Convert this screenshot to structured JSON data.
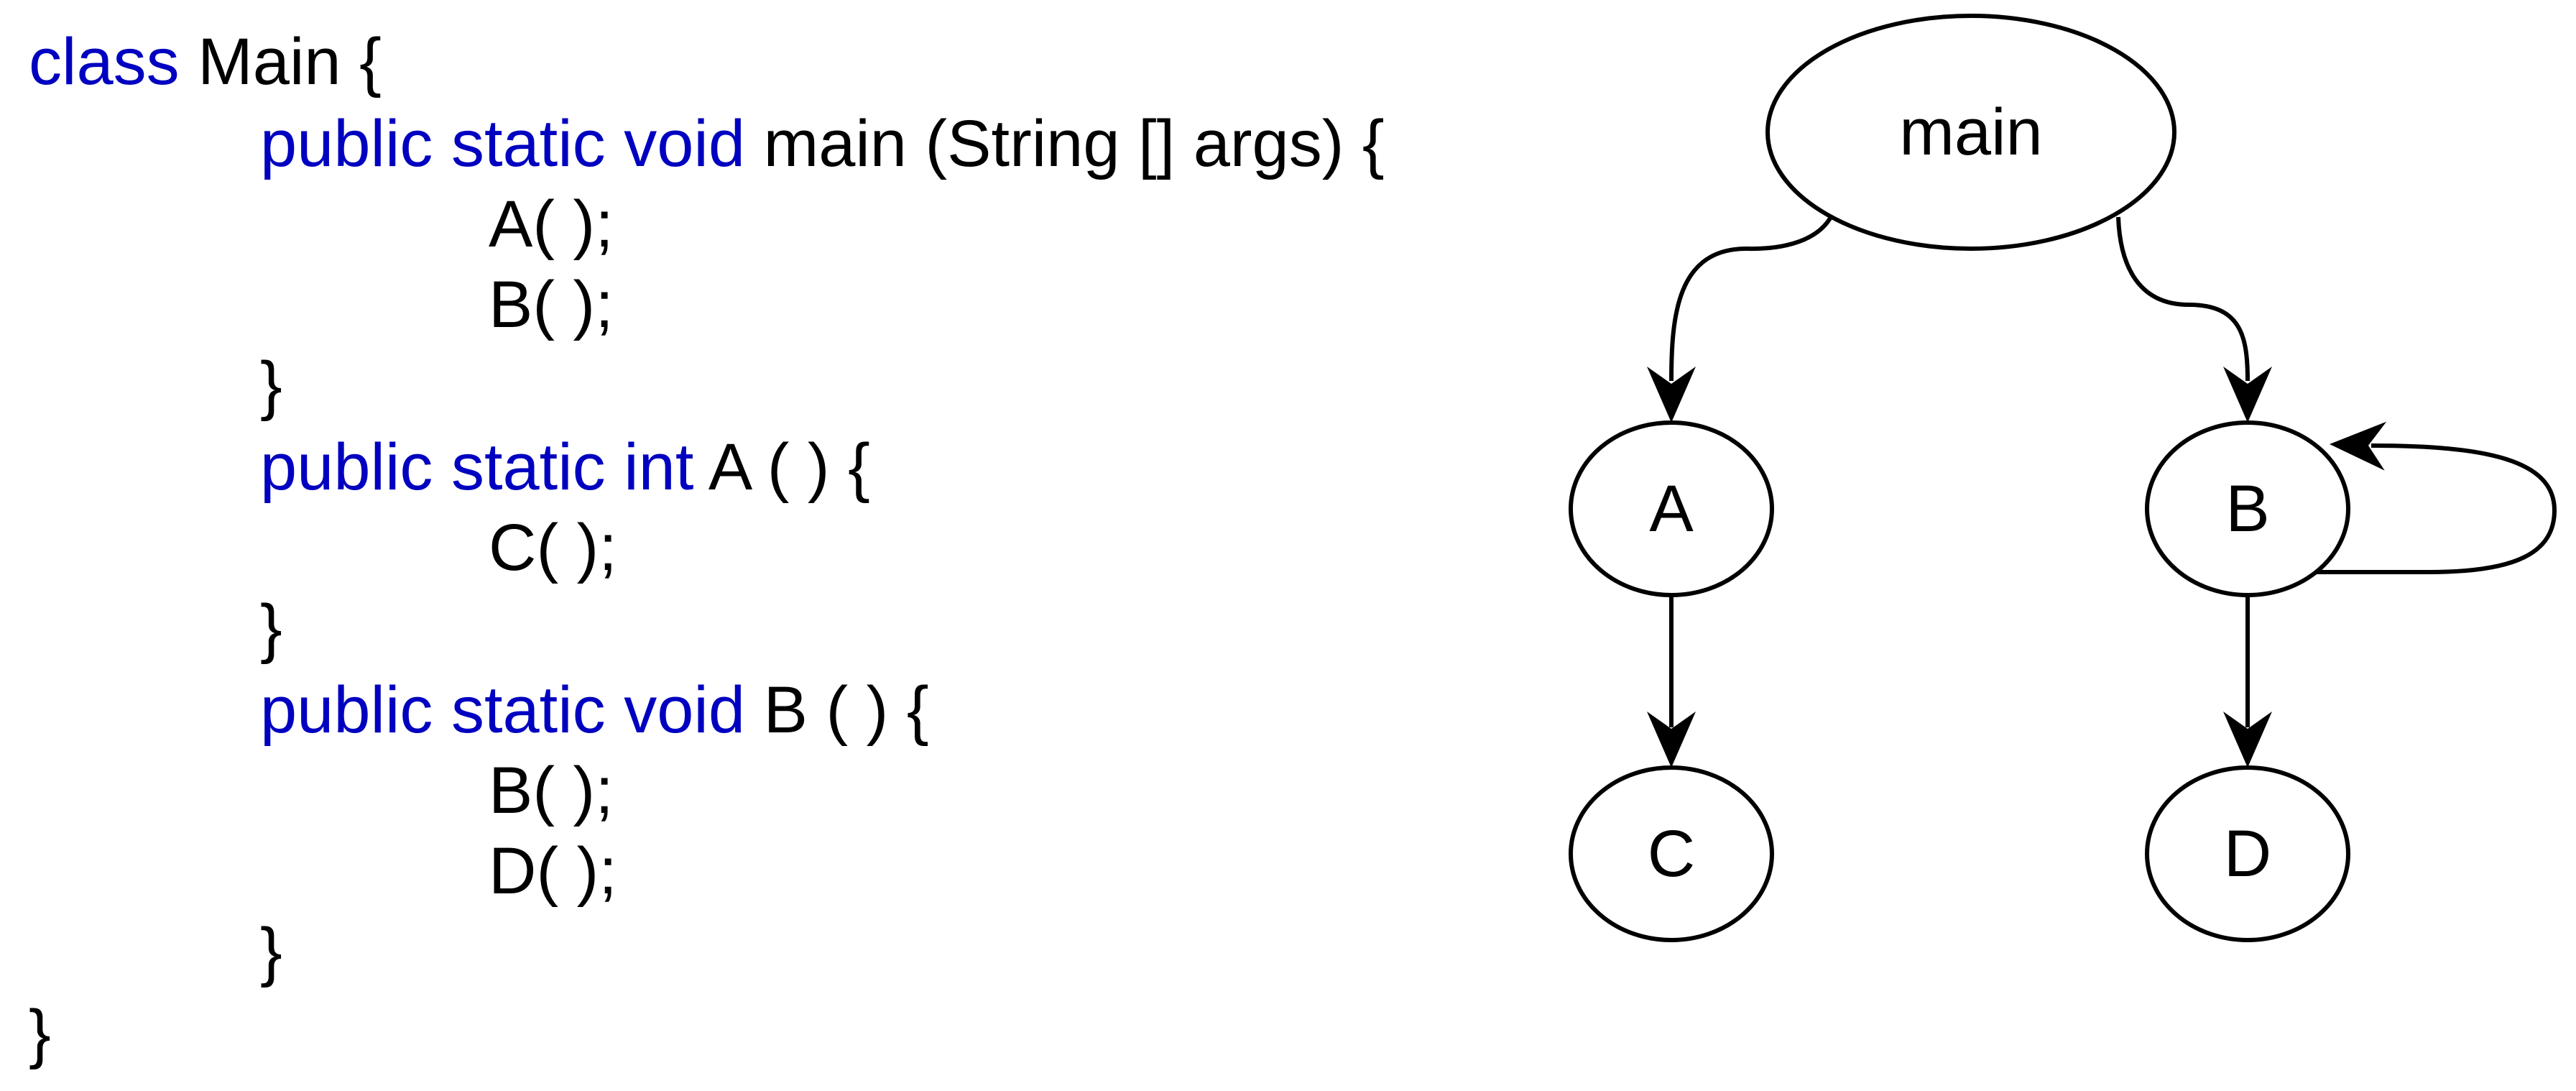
{
  "code": {
    "lines": [
      {
        "indent": 0,
        "tokens": [
          {
            "text": "class ",
            "kw": true
          },
          {
            "text": "Main {",
            "kw": false
          }
        ]
      },
      {
        "indent": 1,
        "tokens": [
          {
            "text": "public static void ",
            "kw": true
          },
          {
            "text": "main (String [] args) {",
            "kw": false
          }
        ]
      },
      {
        "indent": 2,
        "tokens": [
          {
            "text": "A( );",
            "kw": false
          }
        ]
      },
      {
        "indent": 2,
        "tokens": [
          {
            "text": "B( );",
            "kw": false
          }
        ]
      },
      {
        "indent": 1,
        "tokens": [
          {
            "text": "}",
            "kw": false
          }
        ]
      },
      {
        "indent": 1,
        "tokens": [
          {
            "text": "public static int ",
            "kw": true
          },
          {
            "text": "A ( ) {",
            "kw": false
          }
        ]
      },
      {
        "indent": 2,
        "tokens": [
          {
            "text": "C( );",
            "kw": false
          }
        ]
      },
      {
        "indent": 1,
        "tokens": [
          {
            "text": "}",
            "kw": false
          }
        ]
      },
      {
        "indent": 1,
        "tokens": [
          {
            "text": "public static void ",
            "kw": true
          },
          {
            "text": "B ( ) {",
            "kw": false
          }
        ]
      },
      {
        "indent": 2,
        "tokens": [
          {
            "text": "B( );",
            "kw": false
          }
        ]
      },
      {
        "indent": 2,
        "tokens": [
          {
            "text": "D( );",
            "kw": false
          }
        ]
      },
      {
        "indent": 1,
        "tokens": [
          {
            "text": "}",
            "kw": false
          }
        ]
      },
      {
        "indent": 0,
        "tokens": [
          {
            "text": "}",
            "kw": false
          }
        ]
      }
    ]
  },
  "graph": {
    "nodes": [
      {
        "id": "main",
        "label": "main"
      },
      {
        "id": "A",
        "label": "A"
      },
      {
        "id": "B",
        "label": "B"
      },
      {
        "id": "C",
        "label": "C"
      },
      {
        "id": "D",
        "label": "D"
      }
    ],
    "edges": [
      {
        "from": "main",
        "to": "A"
      },
      {
        "from": "main",
        "to": "B"
      },
      {
        "from": "A",
        "to": "C"
      },
      {
        "from": "B",
        "to": "D"
      },
      {
        "from": "B",
        "to": "B"
      }
    ]
  },
  "colors": {
    "keyword": "#0000c0",
    "text": "#000000",
    "stroke": "#000000",
    "background": "#ffffff"
  }
}
